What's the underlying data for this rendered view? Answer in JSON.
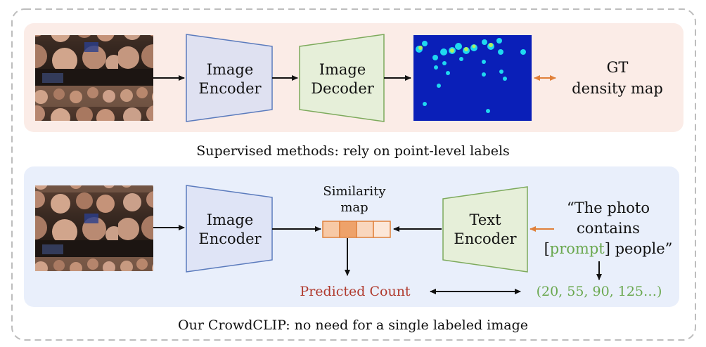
{
  "top_panel": {
    "encoder_label": [
      "Image",
      "Encoder"
    ],
    "decoder_label": [
      "Image",
      "Decoder"
    ],
    "gt_label": [
      "GT",
      "density map"
    ],
    "caption": "Supervised methods: rely on point-level labels"
  },
  "bottom_panel": {
    "encoder_label": [
      "Image",
      "Encoder"
    ],
    "similarity_label": [
      "Similarity",
      "map"
    ],
    "text_encoder_label": [
      "Text",
      "Encoder"
    ],
    "prompt_lines": {
      "line1": "“The photo",
      "line2": "contains",
      "line3_open": "[",
      "line3_prompt": "prompt",
      "line3_close": "] people”"
    },
    "predicted_count": "Predicted Count",
    "count_values": "(20, 55, 90, 125…)",
    "caption": "Our CrowdCLIP:  no need for a single labeled image"
  },
  "colors": {
    "top_panel_bg": "#fbece7",
    "bottom_panel_bg": "#e9effb",
    "image_encoder_fill": "#dfe1f1",
    "image_encoder_stroke": "#5b7bbd",
    "image_decoder_fill": "#e6efd9",
    "image_decoder_stroke": "#7daa5c",
    "text_encoder_fill": "#e6efd9",
    "orange_accent": "#e0803a",
    "predicted_count_red": "#b03a2e",
    "green_text": "#6aa84f",
    "density_bg": "#0a1fb8"
  },
  "icons": [
    "crowd-photo",
    "density-heatmap"
  ]
}
